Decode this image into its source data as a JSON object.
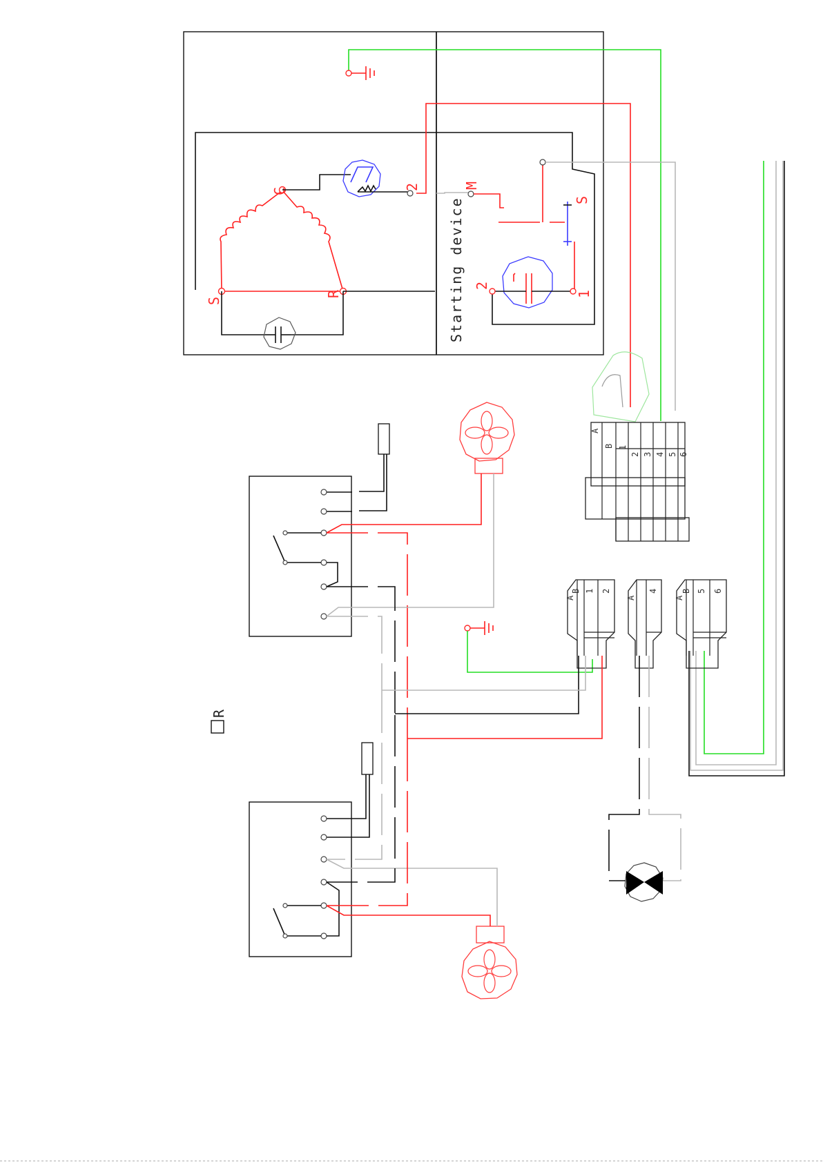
{
  "labels": {
    "compressor_c": "C",
    "compressor_s": "S",
    "compressor_r": "R",
    "starting_device": "Starting device",
    "relay_2": "2",
    "relay_m": "M",
    "relay_s": "S",
    "ptc_1": "1",
    "ptc_2": "2",
    "dr": "DR"
  },
  "connector_main": {
    "row_a": "A",
    "row_b": "B",
    "pins": [
      "1",
      "2",
      "3",
      "4",
      "5",
      "6"
    ]
  },
  "connector_small": [
    {
      "letters": [
        "A",
        "B"
      ],
      "pins": [
        "1",
        "2"
      ]
    },
    {
      "letters": [
        "A"
      ],
      "pins": [
        "4"
      ]
    },
    {
      "letters": [
        "A",
        "B"
      ],
      "pins": [
        "5",
        "6"
      ]
    }
  ],
  "colors": {
    "phase": "#ff1f1f",
    "neutral": "#111111",
    "earth": "#22dd22",
    "signal": "#b8b8b8",
    "protector": "#3a3aff"
  }
}
